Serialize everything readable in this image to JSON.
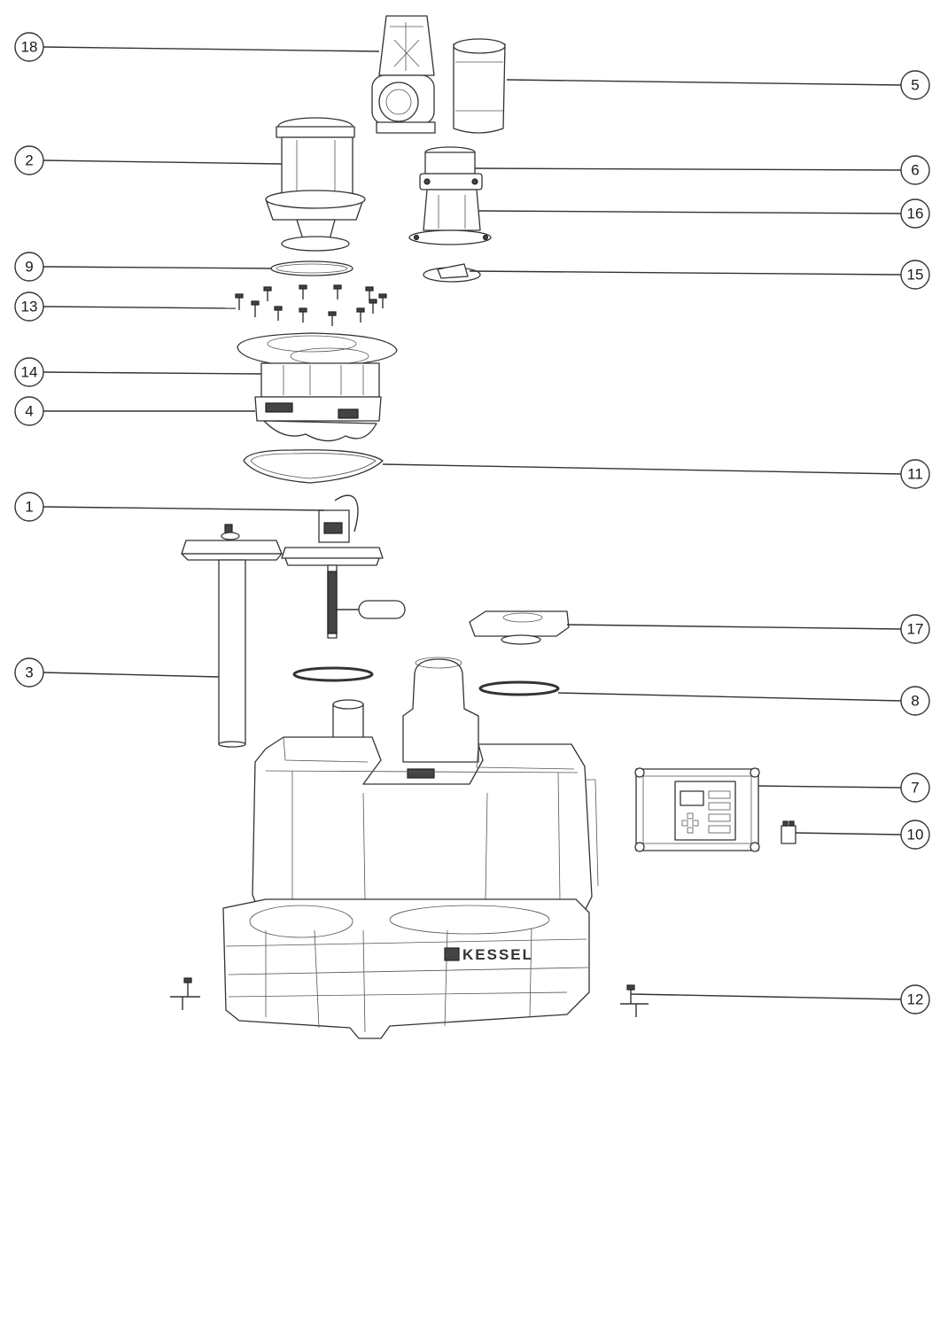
{
  "brand": "KESSEL",
  "callouts": [
    {
      "label": "18",
      "side": "left"
    },
    {
      "label": "5",
      "side": "right"
    },
    {
      "label": "2",
      "side": "left"
    },
    {
      "label": "6",
      "side": "right"
    },
    {
      "label": "16",
      "side": "right"
    },
    {
      "label": "9",
      "side": "left"
    },
    {
      "label": "15",
      "side": "right"
    },
    {
      "label": "13",
      "side": "left"
    },
    {
      "label": "14",
      "side": "left"
    },
    {
      "label": "4",
      "side": "left"
    },
    {
      "label": "11",
      "side": "right"
    },
    {
      "label": "1",
      "side": "left"
    },
    {
      "label": "17",
      "side": "right"
    },
    {
      "label": "3",
      "side": "left"
    },
    {
      "label": "8",
      "side": "right"
    },
    {
      "label": "7",
      "side": "right"
    },
    {
      "label": "10",
      "side": "right"
    },
    {
      "label": "12",
      "side": "right"
    }
  ]
}
